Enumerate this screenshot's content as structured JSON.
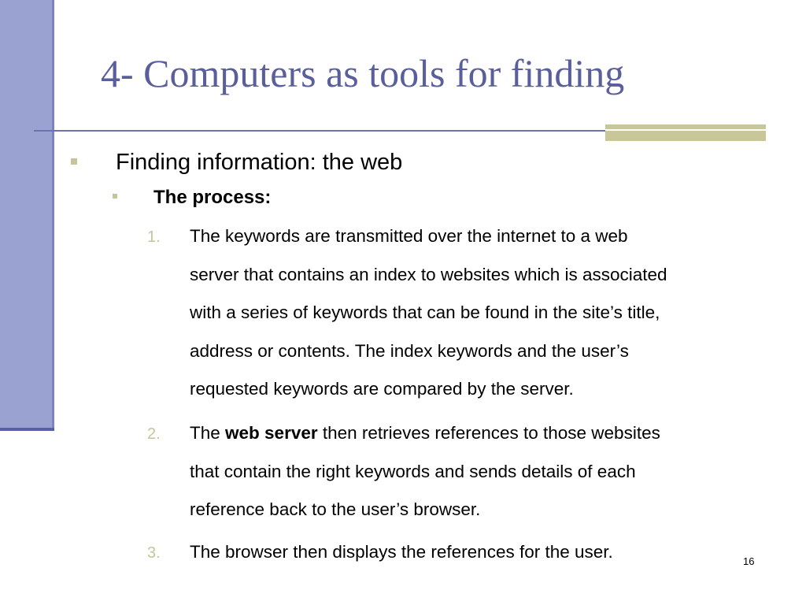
{
  "slide": {
    "title": "4- Computers as tools for finding",
    "bullet_l1": "Finding information: the web",
    "bullet_l2": "The process:",
    "steps": [
      {
        "number": "1.",
        "lines": [
          "The keywords are transmitted over the internet to a web",
          "server that contains an index to websites which is associated",
          "with a series of keywords that can be found in the site’s title,",
          "address or contents. The index keywords and the user’s",
          "requested keywords are compared by the server."
        ]
      },
      {
        "number": "2.",
        "line1_pre": "The ",
        "line1_bold": "web server",
        "line1_post": " then retrieves references to those websites",
        "lines_rest": [
          "that contain the right keywords and sends details of each",
          "reference back to the user’s browser."
        ]
      },
      {
        "number": "3.",
        "lines": [
          "The browser then displays the references for the user."
        ]
      }
    ],
    "page_number": "16"
  },
  "colors": {
    "title": "#5a5f9c",
    "side_bar": "#9aa2d2",
    "accent": "#c9c79a",
    "bullet": "#c6c49a"
  }
}
